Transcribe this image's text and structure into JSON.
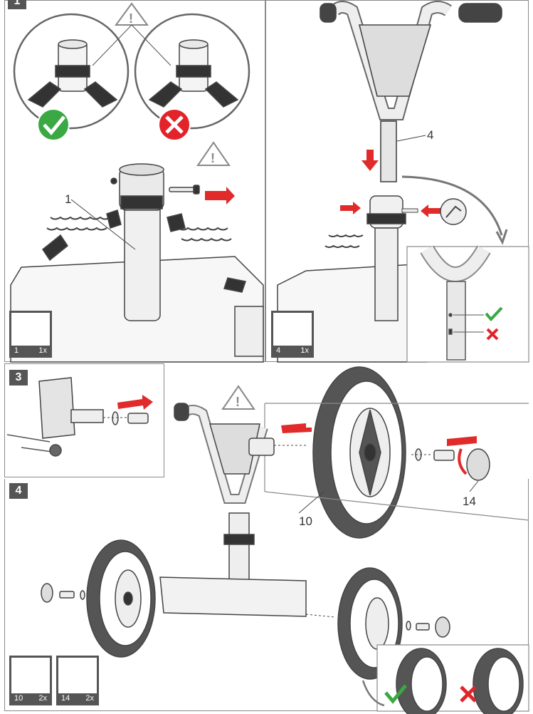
{
  "steps": {
    "s1": {
      "number": "1"
    },
    "s3": {
      "number": "3"
    },
    "s4": {
      "number": "4"
    }
  },
  "callouts": {
    "part1": "1",
    "part4": "4",
    "part10": "10",
    "part14": "14"
  },
  "parts": [
    {
      "number": "1",
      "qty": "1x",
      "icon": "steering-fork-icon"
    },
    {
      "number": "4",
      "qty": "1x",
      "icon": "handlebar-icon"
    },
    {
      "number": "10",
      "qty": "2x",
      "icon": "wheel-icon"
    },
    {
      "number": "14",
      "qty": "2x",
      "icon": "hub-cap-icon"
    }
  ],
  "colors": {
    "arrow_red": "#e12a2a",
    "check_green": "#3aa843",
    "cross_red": "#e2232a",
    "line_gray": "#555555",
    "panel_border": "#8a8a8a"
  }
}
